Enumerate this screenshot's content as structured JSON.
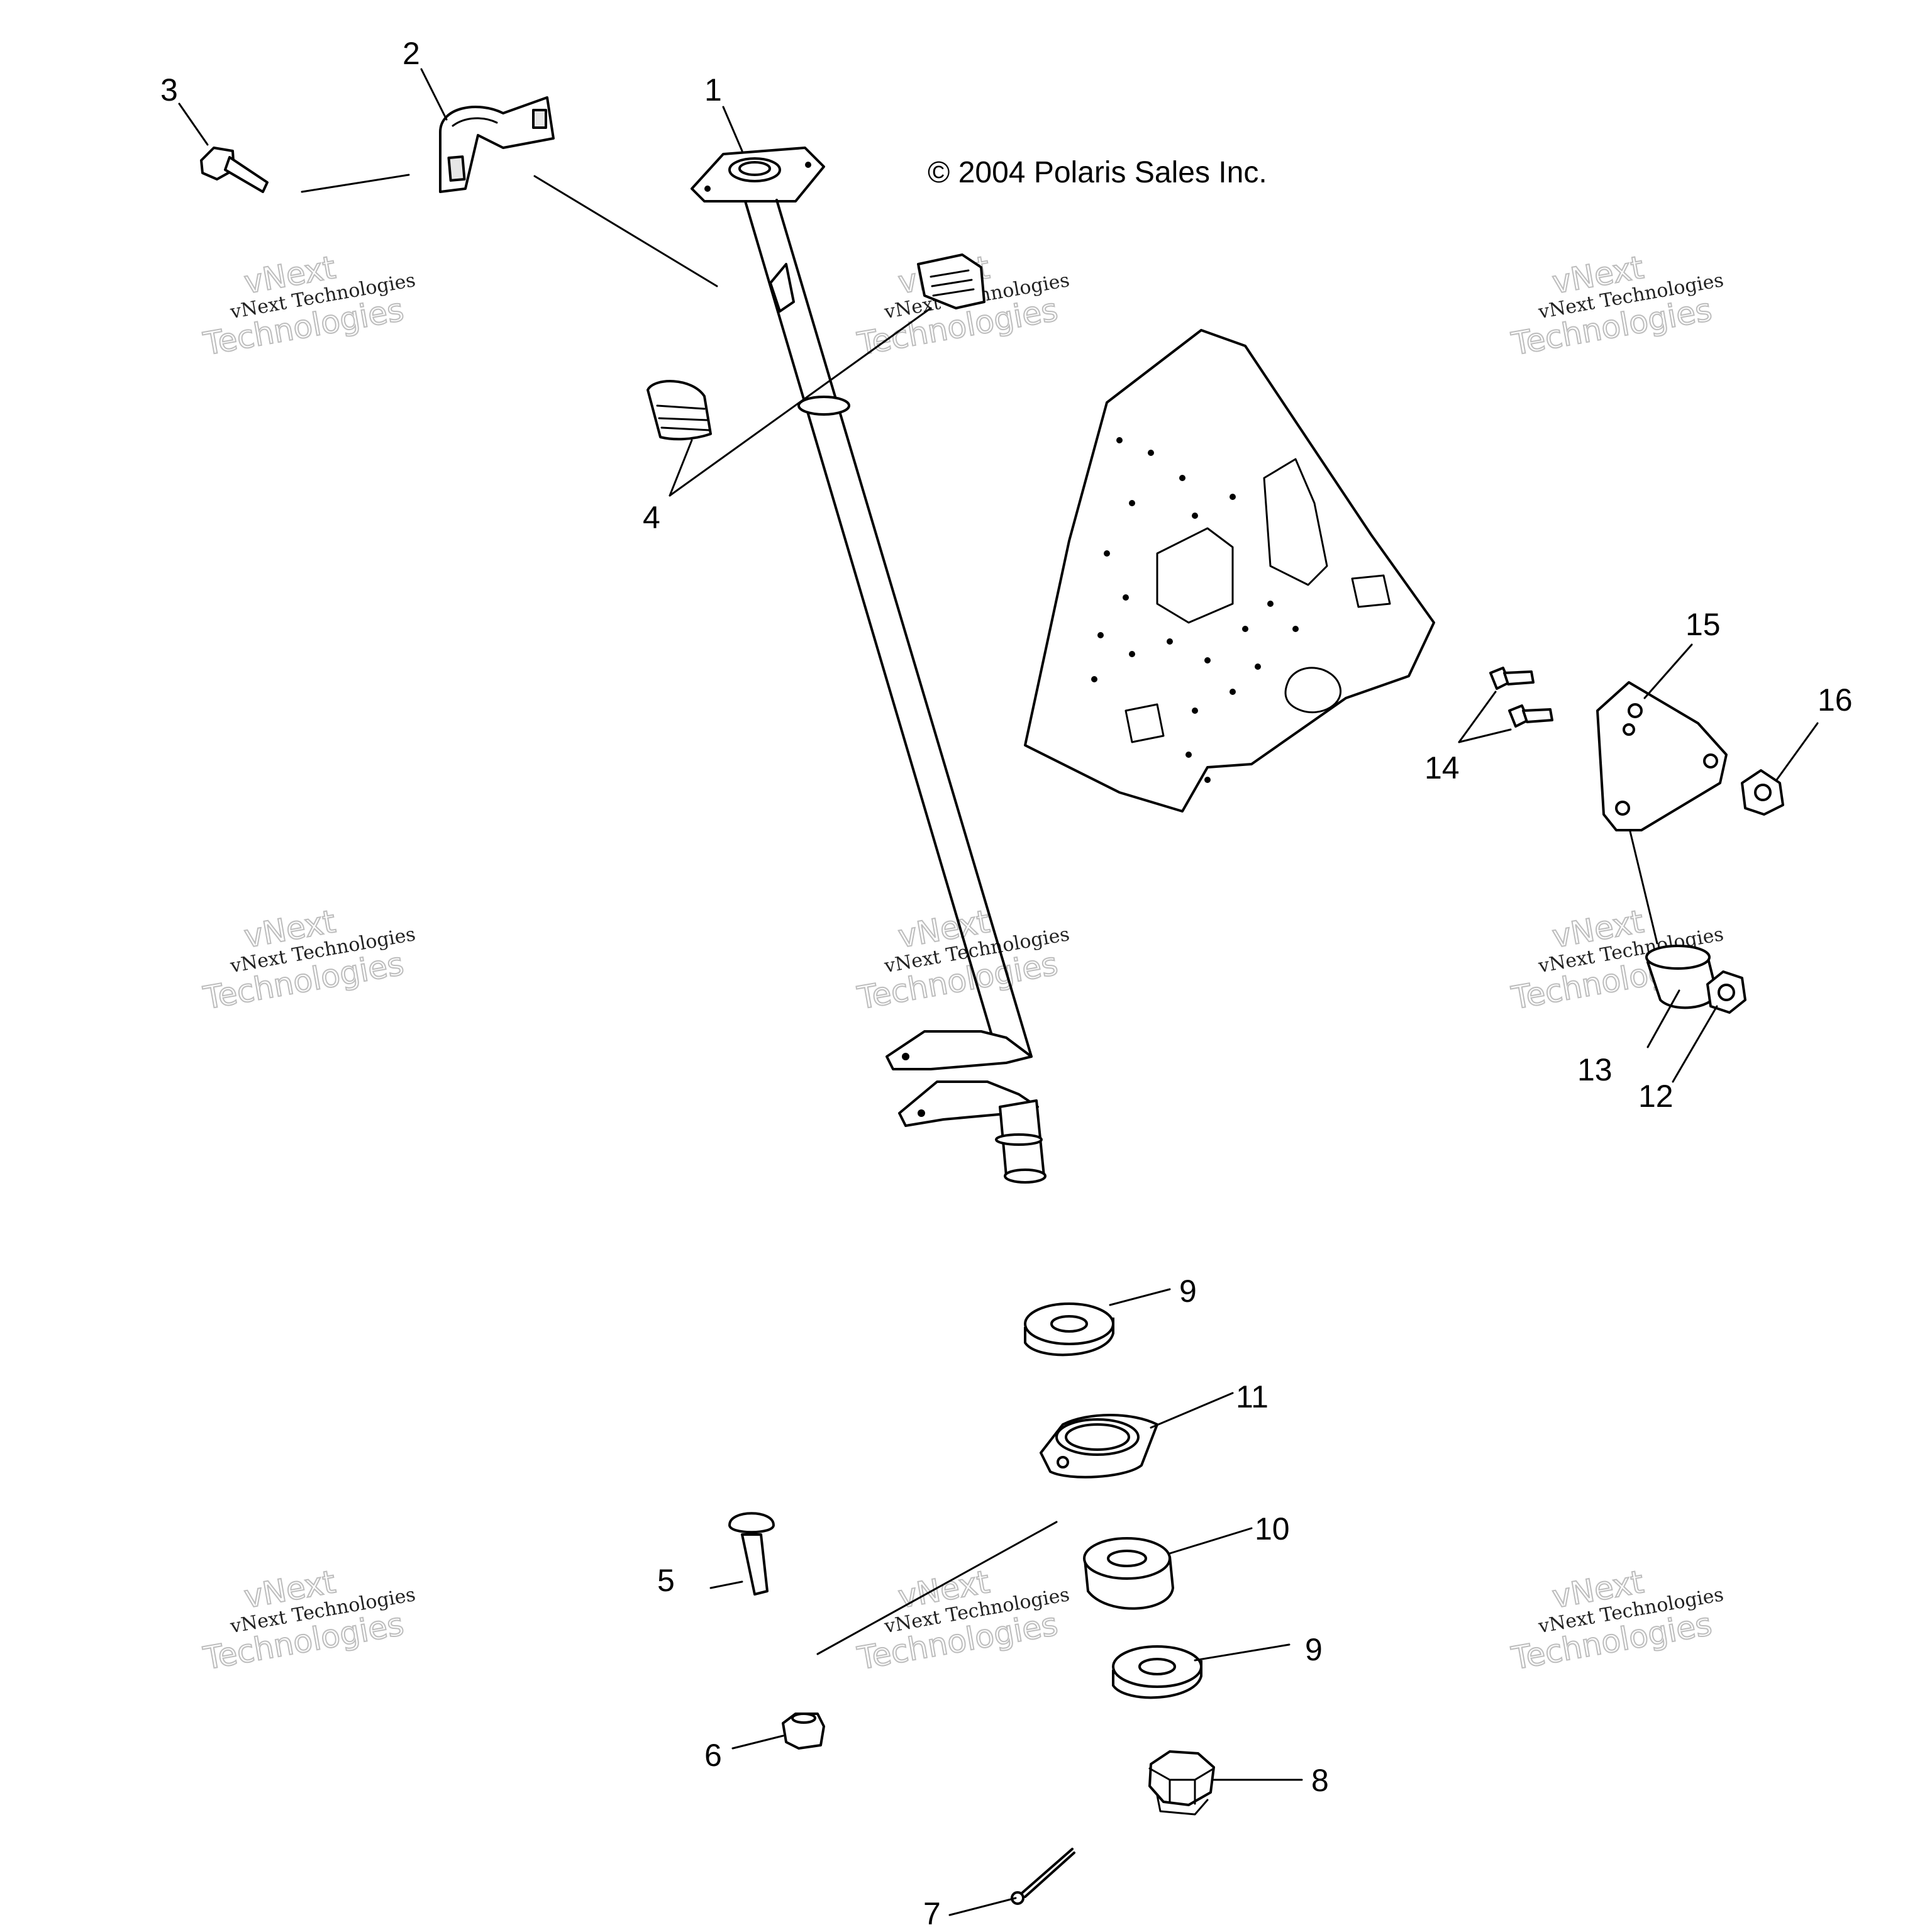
{
  "copyright": "© 2004 Polaris Sales Inc.",
  "watermark": {
    "line1": "vNext Technologies",
    "line2": "vNext",
    "line3": "Technologies"
  },
  "callouts": {
    "c1": "1",
    "c2": "2",
    "c3": "3",
    "c4": "4",
    "c5": "5",
    "c6": "6",
    "c7": "7",
    "c8": "8",
    "c9a": "9",
    "c9b": "9",
    "c10": "10",
    "c11": "11",
    "c12": "12",
    "c13": "13",
    "c14": "14",
    "c15": "15",
    "c16": "16"
  }
}
